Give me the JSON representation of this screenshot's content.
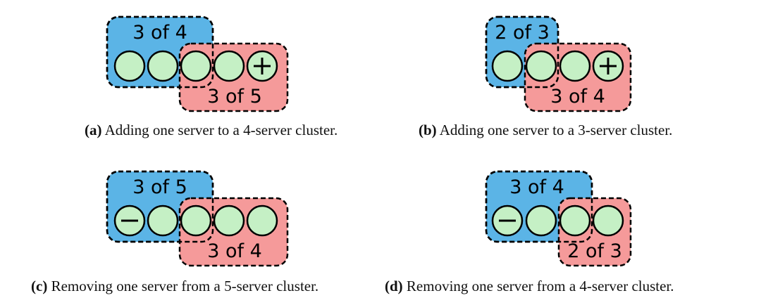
{
  "colors": {
    "old_config": "#5bb4e6",
    "new_config": "#f59a9a",
    "server": "#c5f0c5",
    "outline": "#000000"
  },
  "panels": [
    {
      "id": "a",
      "old_label": "3 of 4",
      "new_label": "3 of 5",
      "servers": [
        "server",
        "server",
        "server",
        "server",
        "add"
      ],
      "caption_letter": "(a)",
      "caption_text": " Adding one server to a 4-server cluster."
    },
    {
      "id": "b",
      "old_label": "2 of 3",
      "new_label": "3 of 4",
      "servers": [
        "server",
        "server",
        "server",
        "add"
      ],
      "caption_letter": "(b)",
      "caption_text": " Adding one server to a 3-server cluster."
    },
    {
      "id": "c",
      "old_label": "3 of 5",
      "new_label": "3 of 4",
      "servers": [
        "remove",
        "server",
        "server",
        "server",
        "server"
      ],
      "caption_letter": "(c)",
      "caption_text": " Removing one server from a 5-server cluster."
    },
    {
      "id": "d",
      "old_label": "3 of 4",
      "new_label": "2 of 3",
      "servers": [
        "remove",
        "server",
        "server",
        "server"
      ],
      "caption_letter": "(d)",
      "caption_text": " Removing one server from a 4-server cluster."
    }
  ]
}
